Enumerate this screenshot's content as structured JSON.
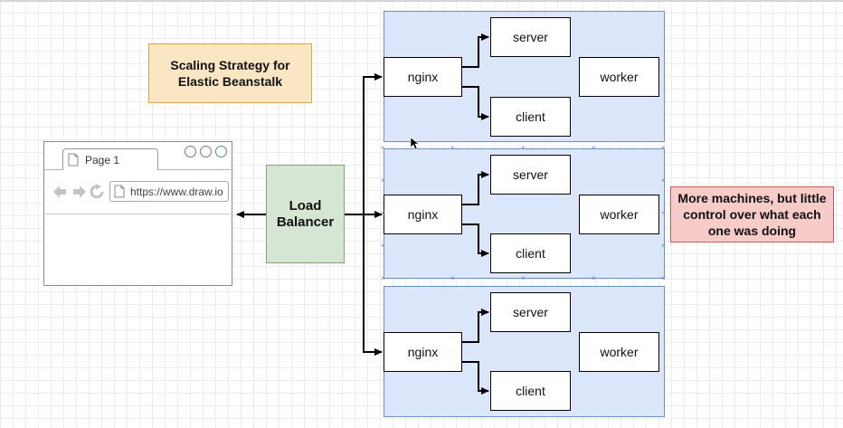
{
  "title_note": {
    "line1": "Scaling Strategy for",
    "line2": "Elastic Beanstalk"
  },
  "browser": {
    "tab_label": "Page 1",
    "url": "https://www.draw.io"
  },
  "load_balancer": {
    "line1": "Load",
    "line2": "Balancer"
  },
  "machines": [
    {
      "proxy": "nginx",
      "server": "server",
      "client": "client",
      "worker": "worker"
    },
    {
      "proxy": "nginx",
      "server": "server",
      "client": "client",
      "worker": "worker"
    },
    {
      "proxy": "nginx",
      "server": "server",
      "client": "client",
      "worker": "worker"
    }
  ],
  "note": {
    "line1": "More machines, but little",
    "line2": "control over what each",
    "line3": "one was doing"
  },
  "colors": {
    "title_fill": "#fbe6c3",
    "lb_fill": "#d6e6d2",
    "machine_fill": "#dbe6fb",
    "note_fill": "#f6cbc8",
    "selection_handle": "#5b86d9"
  },
  "icons": [
    "page-icon",
    "back-arrow-icon",
    "forward-arrow-icon",
    "reload-icon",
    "document-icon",
    "mouse-pointer-icon"
  ]
}
